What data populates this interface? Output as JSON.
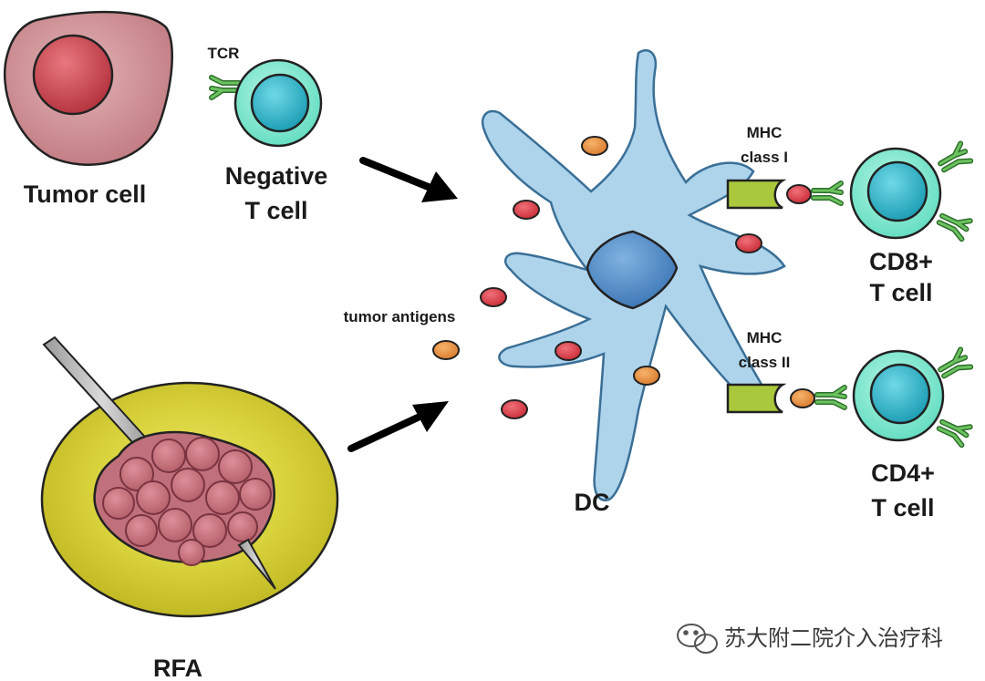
{
  "labels": {
    "tumor_cell": "Tumor cell",
    "tcr": "TCR",
    "negative_t_cell_line1": "Negative",
    "negative_t_cell_line2": "T cell",
    "tumor_antigens": "tumor antigens",
    "rfa": "RFA",
    "dc": "DC",
    "mhc1_line1": "MHC",
    "mhc1_line2": "class I",
    "mhc2_line1": "MHC",
    "mhc2_line2": "class II",
    "cd8_line1": "CD8+",
    "cd8_line2": "T cell",
    "cd4_line1": "CD4+",
    "cd4_line2": "T cell"
  },
  "watermark": {
    "text": "苏大附二院介入治疗科",
    "icon": "wechat-icon"
  },
  "colors": {
    "tumor_body": "#c98a8e",
    "tumor_nucleus": "#c74a55",
    "t_cell_body": "#7ee8cf",
    "t_cell_nucleus": "#2fb5c8",
    "dc_body": "#a9d3ec",
    "dc_nucleus": "#4a86c4",
    "red_antigen": "#d9353f",
    "orange_antigen": "#e58c3c",
    "mhc": "#a9c83c",
    "receptor": "#4ea24a",
    "rfa_halo": "#cbc52a",
    "rfa_tumor": "#c5707c"
  }
}
